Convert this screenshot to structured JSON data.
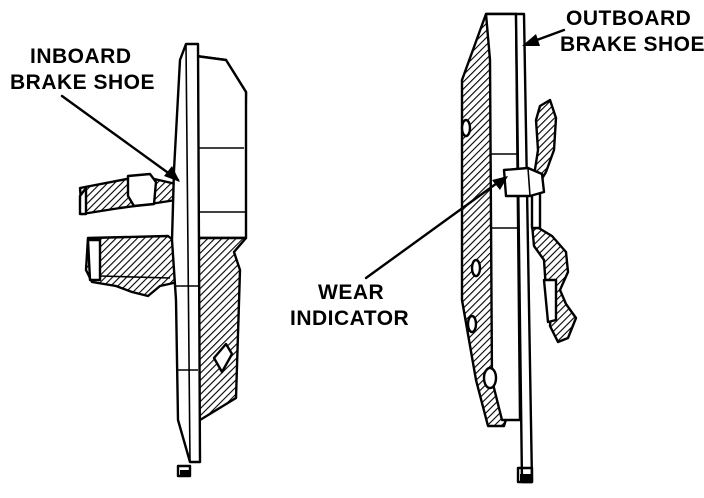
{
  "labels": {
    "inboard_line1": "INBOARD",
    "inboard_line2": "BRAKE SHOE",
    "outboard_line1": "OUTBOARD",
    "outboard_line2": "BRAKE SHOE",
    "wear_line1": "WEAR",
    "wear_line2": "INDICATOR"
  },
  "colors": {
    "ink": "#000000",
    "paper": "#ffffff"
  }
}
